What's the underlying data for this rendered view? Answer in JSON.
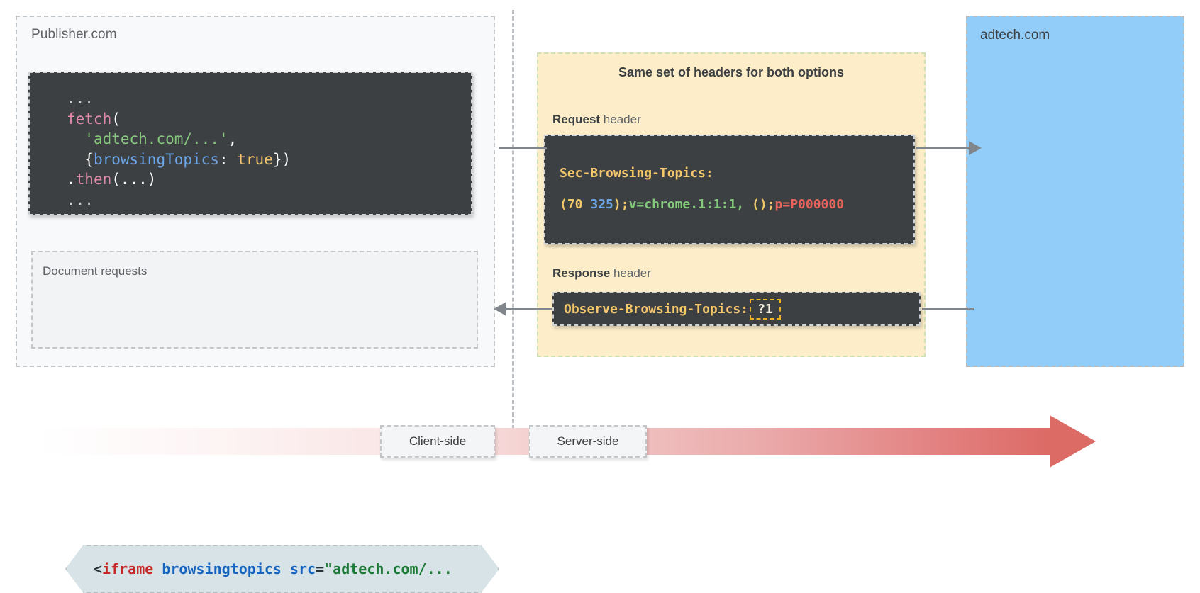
{
  "diagram": {
    "title_hidden": "",
    "publisher": {
      "label": "Publisher.com",
      "fetch_code": {
        "line1_dots": "...",
        "line2_fn": "fetch",
        "line2_paren": "(",
        "line3_str": "'adtech.com/...'",
        "line3_comma": ",",
        "line4_open": "{",
        "line4_key": "browsingTopics",
        "line4_colon": ": ",
        "line4_bool": "true",
        "line4_close": "})",
        "line5_dot": ".",
        "line5_fn": "then",
        "line5_args": "(...)",
        "line6_dots": "..."
      },
      "document_requests_label": "Document requests",
      "iframe_code": {
        "lt": "<",
        "tag": "iframe",
        "space1": " ",
        "attr1": "browsingtopics",
        "space2": " ",
        "attr2": "src",
        "eq": "=",
        "value": "\"adtech.com/..."
      }
    },
    "headers_panel": {
      "title": "Same set of headers for both options",
      "request_caption_bold": "Request",
      "request_caption_rest": " header",
      "response_caption_bold": "Response",
      "response_caption_rest": " header",
      "request_header_name": "Sec-Browsing-Topics:",
      "request_header_value": {
        "open_paren": "(",
        "num1": "70",
        "space": " ",
        "num2": "325",
        "close_paren": ")",
        "semi1": ";",
        "version": "v=chrome.1:1:1",
        "comma": ", ",
        "empty_parens": "()",
        "semi2": ";",
        "padding": "p=P000000"
      },
      "response_header_name": "Observe-Browsing-Topics:",
      "response_header_value": "?1"
    },
    "adtech": {
      "label": "adtech.com"
    },
    "timeline": {
      "client_label": "Client-side",
      "server_label": "Server-side"
    },
    "colors": {
      "publisher_panel_bg": "#f8f9fa",
      "headers_panel_bg": "#fdeec9",
      "adtech_panel_bg": "#92ccf8",
      "code_block_bg": "#3c4043",
      "iframe_chip_bg": "#d7e3e6",
      "timeline_end": "#dc6a65",
      "header_key_yellow": "#f4c76b",
      "arrow_gray": "#80868b"
    }
  }
}
